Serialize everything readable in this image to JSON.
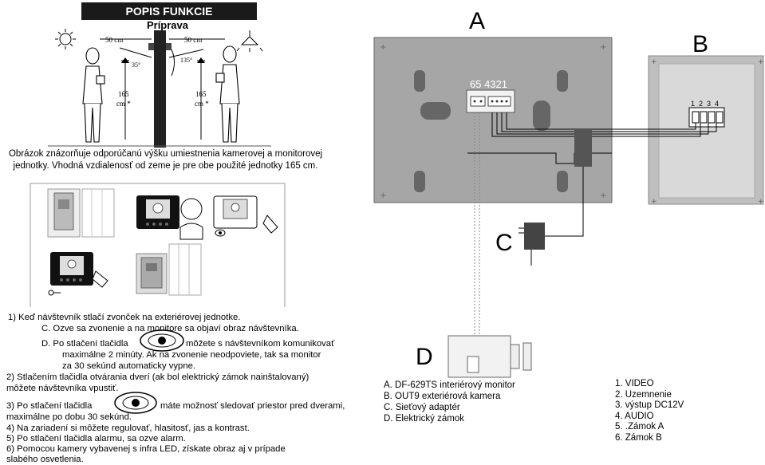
{
  "header": {
    "title": "POPIS FUNKCIE",
    "subtitle": "Príprava"
  },
  "height_figure": {
    "dim_left": "50 cm",
    "dim_right": "50 cm",
    "angle_left": "35°",
    "angle_right": "135°",
    "height_left_1": "165",
    "height_left_2": "cm *",
    "height_right_1": "165",
    "height_right_2": "cm *"
  },
  "caption": {
    "line1": "Obrázok znázorňuje odporúčanú výšku umiestnenia kamerovej a monitorovej",
    "line2": "jednotky. Vhodná vzdialenosť od zeme je pre obe použité jednotky 165 cm."
  },
  "steps": {
    "s1": "1)   Keď návštevník stlačí zvonček na exteriérovej jednotke.",
    "s1c": "C.   Ozve sa zvonenie a na monitore sa objaví obraz návštevníka.",
    "s1d_a": "D.    Po stlačení tlačidla",
    "s1d_b": "môžete s návštevníkom komunikovať",
    "s1d_c": "maximálne 2 minúty. Ak na zvonenie neodpoviete, tak sa monitor",
    "s1d_d": "za 30 sekúnd automaticky vypne.",
    "s2a": "2)  Stlačením tlačidla otvárania dverí (ak bol elektrický zámok nainštalovaný)",
    "s2b": "     môžete návštevníka vpustiť.",
    "s3a": "3)  Po stlačení tlačidla",
    "s3b": "máte možnosť sledovať priestor pred dverami,",
    "s3c": "     maximálne po dobu 30 sekúnd.",
    "s4": "4)  Na zariadení si môžete regulovať, hlasitosť, jas a kontrast.",
    "s5": "5)  Po stlačení tlačidla alarmu, sa ozve alarm.",
    "s6a": "6)  Pomocou kamery vybavenej s infra LED, získate obraz aj v prípade",
    "s6b": "     slabého osvetlenia."
  },
  "wiring": {
    "label_a": "A",
    "label_b": "B",
    "label_c": "C",
    "label_d": "D",
    "monitor_pins": "65 4321",
    "camera_pins": "1  2  3  4"
  },
  "legend_left": [
    "A.   DF-629TS interiérový monitor",
    "B.   OUT9 exteriérová kamera",
    "C.   Sieťový adaptér",
    "D.   Elektrický zámok"
  ],
  "legend_right": [
    "1.    VIDEO",
    "2.    Uzemnenie",
    "3.    výstup DC12V",
    "4.    AUDIO",
    "5.    .Zámok A",
    "6.    Zámok B"
  ],
  "colors": {
    "monitor": "#a6a6a6",
    "camera_frame": "#bfbfbf",
    "header_bg": "#1a1a1a"
  }
}
